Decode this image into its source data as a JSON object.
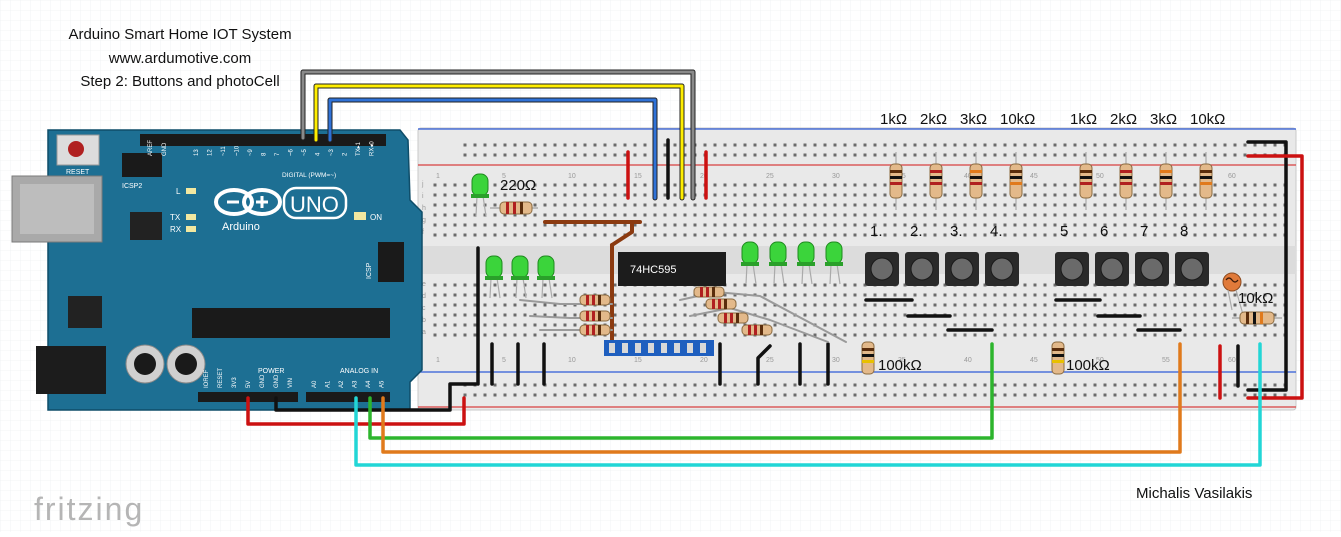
{
  "header": {
    "line1": "Arduino Smart Home IOT System",
    "line2": "www.ardumotive.com",
    "line3": "Step 2: Buttons and photoCell"
  },
  "credit": "Michalis Vasilakis",
  "watermark": "fritzing",
  "arduino": {
    "reset_label": "RESET",
    "icsp2_label": "ICSP2",
    "l_label": "L",
    "tx_label": "TX",
    "rx_label": "RX",
    "on_label": "ON",
    "icsp_label": "ICSP",
    "digital_label": "DIGITAL (PWM=~)",
    "aref_label": "AREF",
    "gnd_label": "GND",
    "uno_label": "UNO",
    "brand_label": "Arduino",
    "power_label": "POWER",
    "analog_label": "ANALOG IN",
    "power_pins": [
      "IOREF",
      "RESET",
      "3V3",
      "5V",
      "GND",
      "GND",
      "VIN"
    ],
    "analog_pins": [
      "A0",
      "A1",
      "A2",
      "A3",
      "A4",
      "A5"
    ],
    "digital_pins": [
      "13",
      "12",
      "~11",
      "~10",
      "~9",
      "8",
      "7",
      "~6",
      "~5",
      "4",
      "~3",
      "2",
      "TX▸1",
      "RX◂0"
    ]
  },
  "breadboard": {
    "row_letters": [
      "a",
      "b",
      "c",
      "d",
      "e",
      "f",
      "g",
      "h",
      "i",
      "j"
    ],
    "col_numbers": [
      "1",
      "5",
      "10",
      "15",
      "20",
      "25",
      "30",
      "35",
      "40",
      "45",
      "50",
      "55",
      "60"
    ]
  },
  "labels": {
    "res_220": "220Ω",
    "ic": "74HC595",
    "res_top_group1": [
      "1kΩ",
      "2kΩ",
      "3kΩ",
      "10kΩ"
    ],
    "res_top_group2": [
      "1kΩ",
      "2kΩ",
      "3kΩ",
      "10kΩ"
    ],
    "buttons": [
      "1.",
      "2.",
      "3.",
      "4.",
      "5",
      "6",
      "7",
      "8"
    ],
    "res_100k_1": "100kΩ",
    "res_100k_2": "100kΩ",
    "res_10k": "10kΩ"
  },
  "colors": {
    "wire_red": "#cc1111",
    "wire_black": "#111111",
    "wire_yellow": "#ffee00",
    "wire_blue": "#2f72d8",
    "wire_gray": "#8a8a8a",
    "wire_green": "#2db52d",
    "wire_orange": "#e07a1c",
    "wire_cyan": "#22d6d6",
    "wire_brown": "#8b3a10",
    "arduino_teal": "#1d6f93",
    "led_green": "#3bd43b"
  }
}
